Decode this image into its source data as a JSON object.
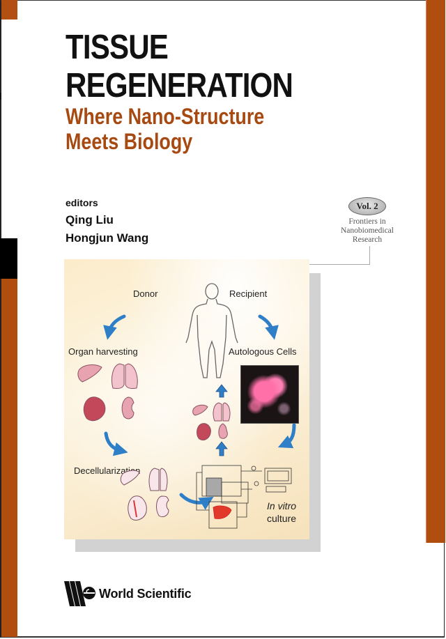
{
  "cover": {
    "title_line_1": "TISSUE",
    "title_line_2": "REGENERATION",
    "subtitle_line_1": "Where Nano-Structure",
    "subtitle_line_2": "Meets Biology",
    "editors_label": "editors",
    "editors": [
      "Qing Liu",
      "Hongjun Wang"
    ],
    "series": {
      "volume": "Vol. 2",
      "name_lines": [
        "Frontiers in",
        "Nanobiomedical",
        "Research"
      ]
    },
    "publisher": "World Scientific",
    "colors": {
      "accent_rust": "#b04e10",
      "subtitle": "#a74a12",
      "title": "#111111",
      "arrow_blue": "#2f7fc8"
    }
  },
  "figure": {
    "labels": {
      "donor": "Donor",
      "recipient": "Recipient",
      "organ_harvesting": "Organ harvesting",
      "autologous_cells": "Autologous Cells",
      "decellularization": "Decellularization",
      "in_vitro": "In vitro",
      "culture": "culture"
    }
  }
}
